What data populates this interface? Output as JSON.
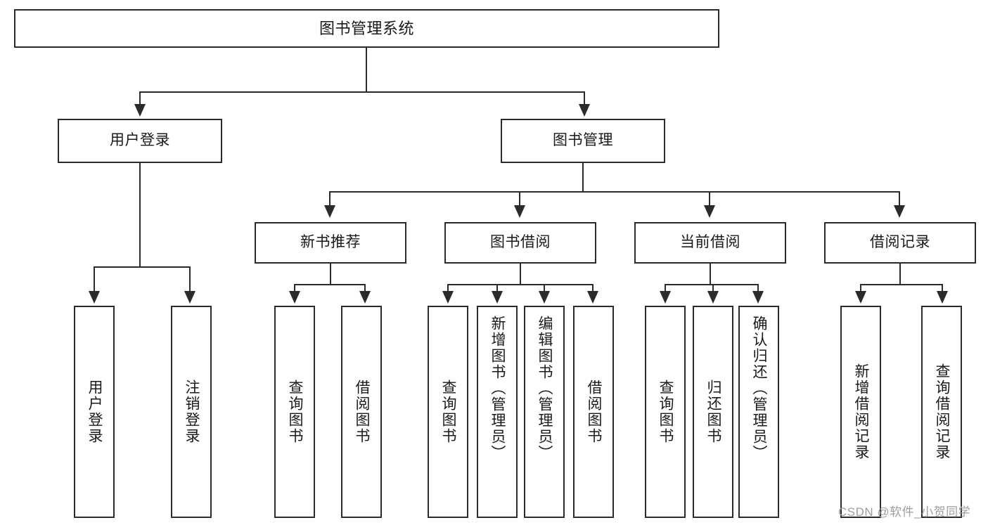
{
  "diagram": {
    "title": "图书管理系统",
    "type": "tree",
    "watermark": "CSDN @软件_小贺同学",
    "colors": {
      "stroke": "#2b2b2b",
      "fill": "#ffffff",
      "text": "#1a1a1a",
      "watermark": "#9e9e9e"
    },
    "nodes": {
      "root": {
        "label": "图书管理系统"
      },
      "level2": [
        {
          "label": "用户登录"
        },
        {
          "label": "图书管理"
        }
      ],
      "level3": [
        {
          "label": "新书推荐"
        },
        {
          "label": "图书借阅"
        },
        {
          "label": "当前借阅"
        },
        {
          "label": "借阅记录"
        }
      ],
      "leaves": {
        "user_login": [
          {
            "label": "用户登录"
          },
          {
            "label": "注销登录"
          }
        ],
        "new_book": [
          {
            "label": "查询图书"
          },
          {
            "label": "借阅图书"
          }
        ],
        "book_borrow": [
          {
            "label": "查询图书"
          },
          {
            "label": "新增图书（管理员）"
          },
          {
            "label": "编辑图书（管理员）"
          },
          {
            "label": "借阅图书"
          }
        ],
        "current_borrow": [
          {
            "label": "查询图书"
          },
          {
            "label": "归还图书"
          },
          {
            "label": "确认归还（管理员）"
          }
        ],
        "borrow_record": [
          {
            "label": "新增借阅记录"
          },
          {
            "label": "查询借阅记录"
          }
        ]
      }
    }
  }
}
